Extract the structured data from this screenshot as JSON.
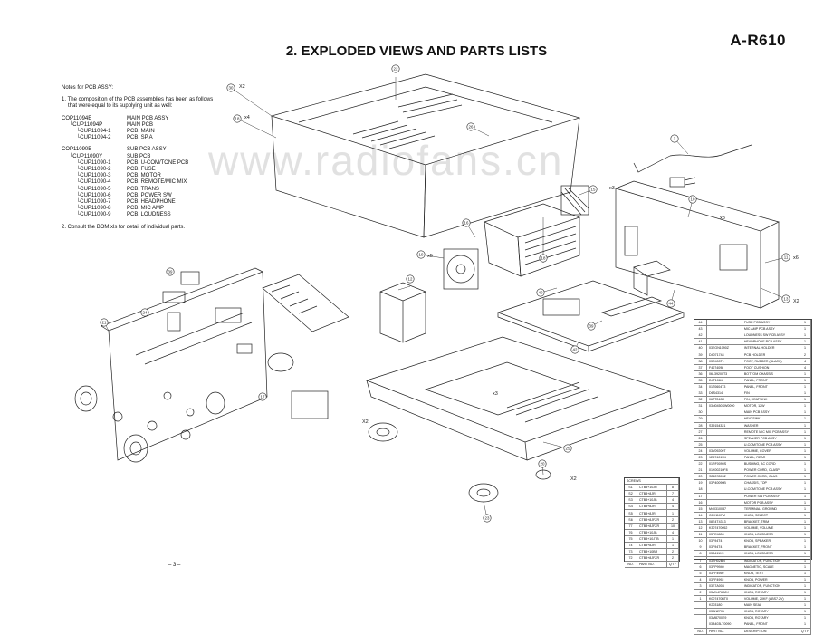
{
  "header": {
    "model": "A-R610",
    "title": "2. EXPLODED VIEWS AND PARTS LISTS"
  },
  "watermark": "www.radiofans.cn",
  "notes": {
    "heading": "Notes for PCB ASSY:",
    "note1_line1": "1. The composition of the PCB assemblies has been as follows",
    "note1_line2": "that were equal to its supplying unit as well:",
    "group_a": [
      {
        "code": "COP11094E",
        "desc": "MAIN PCB ASSY",
        "lvl": 1
      },
      {
        "code": "CUP11094P",
        "desc": "MAIN PCB",
        "lvl": 2
      },
      {
        "code": "CUP11094-1",
        "desc": "PCB, MAIN",
        "lvl": 3
      },
      {
        "code": "CUP11094-2",
        "desc": "PCB, SP.A",
        "lvl": 3
      }
    ],
    "group_b": [
      {
        "code": "COP11090B",
        "desc": "SUB PCB ASSY",
        "lvl": 1
      },
      {
        "code": "CUP11090Y",
        "desc": "SUB PCB",
        "lvl": 2
      },
      {
        "code": "CUP11090-1",
        "desc": "PCB, U-COM/TONE PCB",
        "lvl": 3
      },
      {
        "code": "CUP11090-2",
        "desc": "PCB, FUSE",
        "lvl": 3
      },
      {
        "code": "CUP11090-3",
        "desc": "PCB, MOTOR",
        "lvl": 3
      },
      {
        "code": "CUP11090-4",
        "desc": "PCB, REMOTE/MIC MIX",
        "lvl": 3
      },
      {
        "code": "CUP11090-5",
        "desc": "PCB, TRANS",
        "lvl": 3
      },
      {
        "code": "CUP11090-6",
        "desc": "PCB, POWER SW",
        "lvl": 3
      },
      {
        "code": "CUP11090-7",
        "desc": "PCB, HEADPHONE",
        "lvl": 3
      },
      {
        "code": "CUP11090-8",
        "desc": "PCB, MIC AMP",
        "lvl": 3
      },
      {
        "code": "CUP11090-9",
        "desc": "PCB, LOUDNESS",
        "lvl": 3
      }
    ],
    "note2": "2. Consult the BOM.xls for detail of individual parts."
  },
  "parts_table": {
    "footer": {
      "no": "NO.",
      "part": "PART NO.",
      "desc": "DESCRIPTION",
      "qty": "Q'TY"
    },
    "rows": [
      {
        "no": "44",
        "part": "",
        "desc": "FUSE PCB ASSY",
        "qty": "1"
      },
      {
        "no": "43",
        "part": "",
        "desc": "MIC AMP PCB ASSY",
        "qty": "1"
      },
      {
        "no": "42",
        "part": "",
        "desc": "LOUDNESS SW PCB ASSY",
        "qty": "1"
      },
      {
        "no": "41",
        "part": "",
        "desc": "HEADPHONE PCB ASSY",
        "qty": "1"
      },
      {
        "no": "40",
        "part": "03EGN1090Z",
        "desc": "INTERNAL HOLDER",
        "qty": "1"
      },
      {
        "no": "39",
        "part": "D4071744",
        "desc": "PCB HOLDER",
        "qty": "2"
      },
      {
        "no": "38",
        "part": "03C400T1",
        "desc": "FOOT, RUBBER (BLACK)",
        "qty": "4"
      },
      {
        "no": "37",
        "part": "F4074098",
        "desc": "FOOT CUSHION",
        "qty": "4"
      },
      {
        "no": "36",
        "part": "06L39200T3",
        "desc": "BOTTOM CHASSIS",
        "qty": "1"
      },
      {
        "no": "35",
        "part": "D4T1084",
        "desc": "PANEL, FRONT",
        "qty": "1"
      },
      {
        "no": "34",
        "part": "01T0604T3",
        "desc": "PANEL, FRONT",
        "qty": "1"
      },
      {
        "no": "33",
        "part": "D6S4314",
        "desc": "FIN",
        "qty": "1"
      },
      {
        "no": "32",
        "part": "06TT240R",
        "desc": "FIN, HEATSINK",
        "qty": "1"
      },
      {
        "no": "31",
        "part": "03N0450SW0090",
        "desc": "MOTOR, 12W",
        "qty": "1"
      },
      {
        "no": "30",
        "part": "",
        "desc": "MAIN PCB ASSY",
        "qty": "1"
      },
      {
        "no": "29",
        "part": "",
        "desc": "HEATSINK",
        "qty": "1"
      },
      {
        "no": "28",
        "part": "S39154321",
        "desc": "WASHER",
        "qty": "1"
      },
      {
        "no": "27",
        "part": "",
        "desc": "REMOTE MIC MIX PCB ASSY",
        "qty": "1"
      },
      {
        "no": "26",
        "part": "",
        "desc": "SPEAKER PCB ASSY",
        "qty": "1"
      },
      {
        "no": "25",
        "part": "",
        "desc": "U-COM/TONE PCB ASSY",
        "qty": "1"
      },
      {
        "no": "24",
        "part": "03V09200T",
        "desc": "VOLUME, COVER",
        "qty": "1"
      },
      {
        "no": "23",
        "part": "1E57401X4",
        "desc": "PANEL, REAR",
        "qty": "1"
      },
      {
        "no": "22",
        "part": "01RF0090S",
        "desc": "BUSHING, AC CORD",
        "qty": "1"
      },
      {
        "no": "21",
        "part": "01X00210F8",
        "desc": "POWER CORD, CLASP",
        "qty": "1"
      },
      {
        "no": "20",
        "part": "S242S5062",
        "desc": "POWER CORD, CLAS",
        "qty": "1"
      },
      {
        "no": "19",
        "part": "03P40090B",
        "desc": "CHASSIS, TOP",
        "qty": "1"
      },
      {
        "no": "18",
        "part": "",
        "desc": "U-COM/TONE PCB ASSY",
        "qty": "1"
      },
      {
        "no": "17",
        "part": "",
        "desc": "POWER SW PCB ASSY",
        "qty": "1"
      },
      {
        "no": "16",
        "part": "",
        "desc": "MOTOR PCB ASSY",
        "qty": "1"
      },
      {
        "no": "15",
        "part": "M40310087",
        "desc": "TERMINAL, GROUND",
        "qty": "1"
      },
      {
        "no": "14",
        "part": "C8H1107M",
        "desc": "KNOB, SELECT",
        "qty": "1"
      },
      {
        "no": "13",
        "part": "08E4T4313",
        "desc": "BRACKET, TRIM",
        "qty": "1"
      },
      {
        "no": "12",
        "part": "K307470052",
        "desc": "VOLUME, VOLUME",
        "qty": "1"
      },
      {
        "no": "11",
        "part": "03FE4804",
        "desc": "KNOB, LOUDNESS",
        "qty": "1"
      },
      {
        "no": "10",
        "part": "03F94T4",
        "desc": "KNOB, SPEAKER",
        "qty": "1"
      },
      {
        "no": "9",
        "part": "03F94T4",
        "desc": "BRACKET, FRONT",
        "qty": "1"
      },
      {
        "no": "8",
        "part": "03B411X9",
        "desc": "KNOB, LOUDNESS",
        "qty": "1"
      },
      {
        "no": "7",
        "part": "03ZH02BN",
        "desc": "INDICATOR, FUNCTION",
        "qty": "1"
      },
      {
        "no": "6",
        "part": "03FP9940",
        "desc": "MAGNETIC, SCALE",
        "qty": "1"
      },
      {
        "no": "5",
        "part": "03FF4950",
        "desc": "KNOB, TEST",
        "qty": "1"
      },
      {
        "no": "4",
        "part": "03FF4992",
        "desc": "KNOB, POWER",
        "qty": "1"
      },
      {
        "no": "3",
        "part": "03E7A004",
        "desc": "INDICATOR, FUNCTION",
        "qty": "1"
      },
      {
        "no": "2",
        "part": "03M1476A0X",
        "desc": "KNOB, ROTARY",
        "qty": "1"
      },
      {
        "no": "1",
        "part": "K007470BT0",
        "desc": "VOLUME, 20KF (ABS7.2V)",
        "qty": "1"
      },
      {
        "no": "",
        "part": "K203180",
        "desc": "MAIN SEAL",
        "qty": "1"
      },
      {
        "no": "",
        "part": "03AN2701",
        "desc": "KNOB, ROTARY",
        "qty": "1"
      },
      {
        "no": "",
        "part": "03M8700E9",
        "desc": "KNOB, ROTARY",
        "qty": "1"
      },
      {
        "no": "",
        "part": "03B403LT0090",
        "desc": "PANEL, FRONT",
        "qty": "1"
      }
    ]
  },
  "screw_table": {
    "heading": "SCREWS",
    "footer": {
      "no": "NO.",
      "part": "PART NO.",
      "qty": "Q'TY"
    },
    "rows_top": [
      {
        "no": "S1",
        "part": "CTB3+10JR",
        "qty": "8"
      },
      {
        "no": "S2",
        "part": "CTB3+8JR",
        "qty": "7"
      },
      {
        "no": "S3",
        "part": "CTB3+10JB",
        "qty": "4"
      },
      {
        "no": "S4",
        "part": "CTB3+8JR",
        "qty": "4"
      },
      {
        "no": "S5",
        "part": "CTB3+8JR",
        "qty": "1"
      },
      {
        "no": "S6",
        "part": "CTB3+8JFZR",
        "qty": "2"
      }
    ],
    "rows_bottom": [
      {
        "no": "77",
        "part": "CTB3+8JFZR",
        "qty": "10"
      },
      {
        "no": "76",
        "part": "CTB3+10JB",
        "qty": "4"
      },
      {
        "no": "75",
        "part": "CTB3+10JTB",
        "qty": "1"
      },
      {
        "no": "74",
        "part": "CTB3+8JR",
        "qty": "1"
      },
      {
        "no": "73",
        "part": "CTB3+10BR",
        "qty": "2"
      },
      {
        "no": "72",
        "part": "CTB3+8JFZR",
        "qty": "2"
      }
    ]
  },
  "callouts": [
    "22",
    "30",
    "18",
    "26",
    "18",
    "12",
    "15",
    "3",
    "10",
    "11",
    "13",
    "16",
    "19",
    "40",
    "39",
    "42",
    "44",
    "21",
    "25",
    "20",
    "23",
    "39",
    "24",
    "17"
  ],
  "callout_labels": {
    "x2": "X2",
    "x3": "x3",
    "x4": "x4",
    "x5": "x5",
    "x6": "x6",
    "x8": "x8"
  },
  "page_number": "– 3 –"
}
